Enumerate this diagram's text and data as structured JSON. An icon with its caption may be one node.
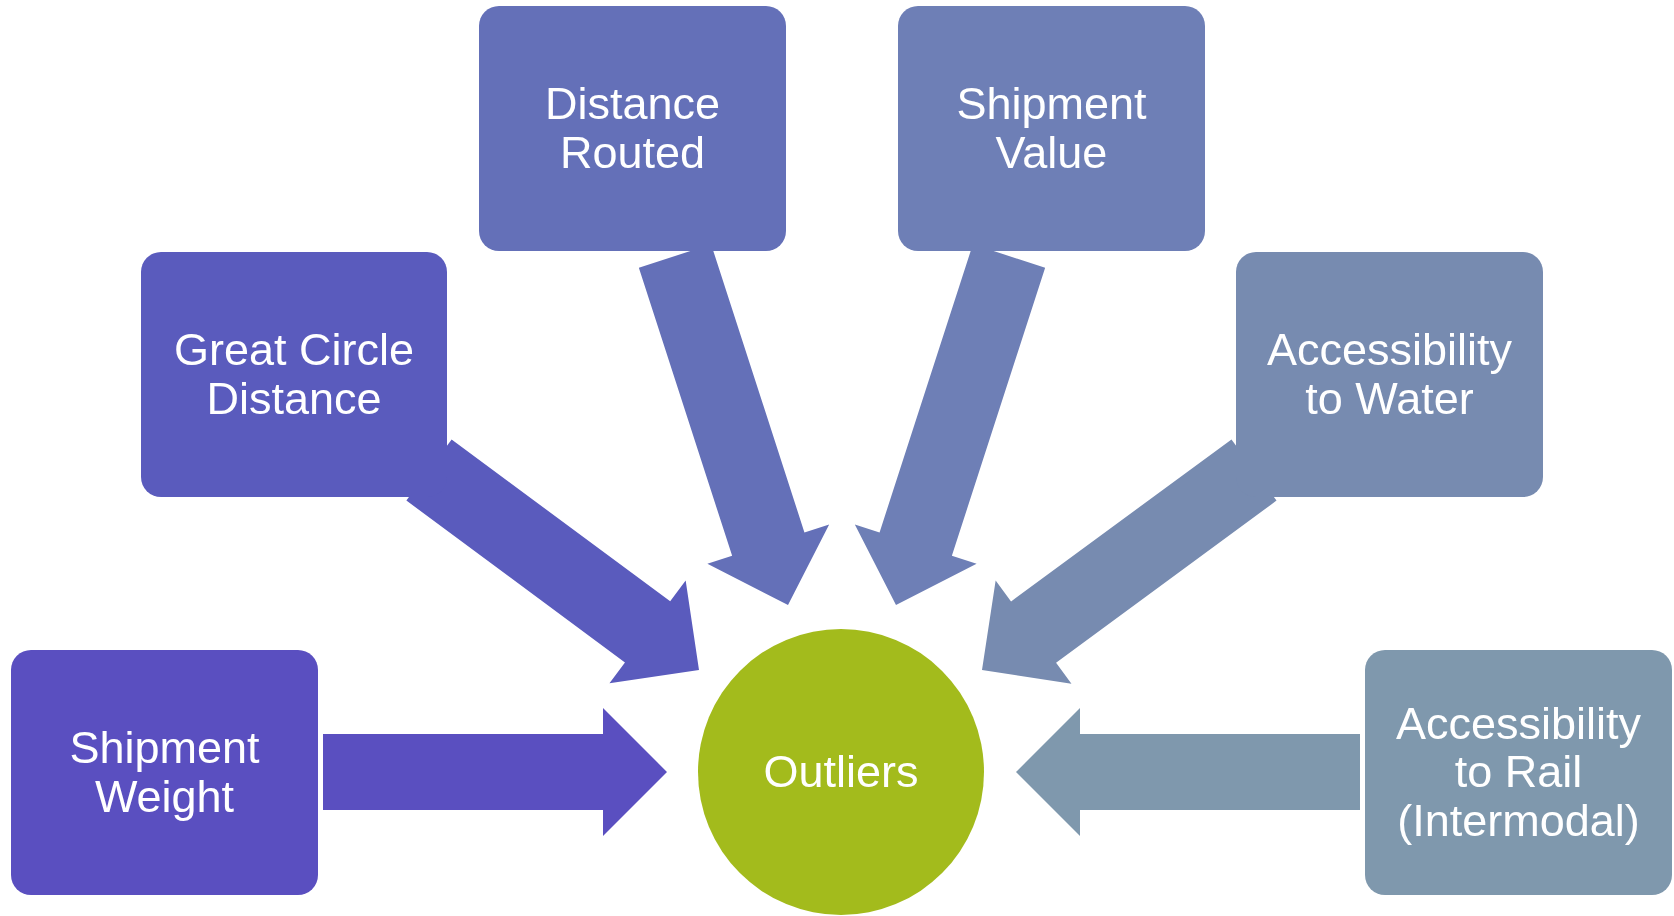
{
  "diagram": {
    "nodes": [
      {
        "text": [
          "Distance Routed"
        ]
      },
      {
        "text": [
          "Shipment Value"
        ]
      },
      {
        "text": [
          "Great Circle Distance"
        ]
      },
      {
        "text": [
          "Accessibility to Water"
        ]
      },
      {
        "text": [
          "Shipment Weight"
        ]
      },
      {
        "text": [
          "Outliers"
        ]
      },
      {
        "text": [
          "Accessibility to Rail (Intermodal)"
        ]
      }
    ],
    "edges": [
      {
        "from": 4,
        "to": 5,
        "arrow": "to"
      },
      {
        "from": 2,
        "to": 5,
        "arrow": "to"
      },
      {
        "from": 0,
        "to": 5,
        "arrow": "to"
      },
      {
        "from": 1,
        "to": 5,
        "arrow": "to"
      },
      {
        "from": 3,
        "to": 5,
        "arrow": "to"
      },
      {
        "from": 6,
        "to": 5,
        "arrow": "to"
      }
    ]
  }
}
